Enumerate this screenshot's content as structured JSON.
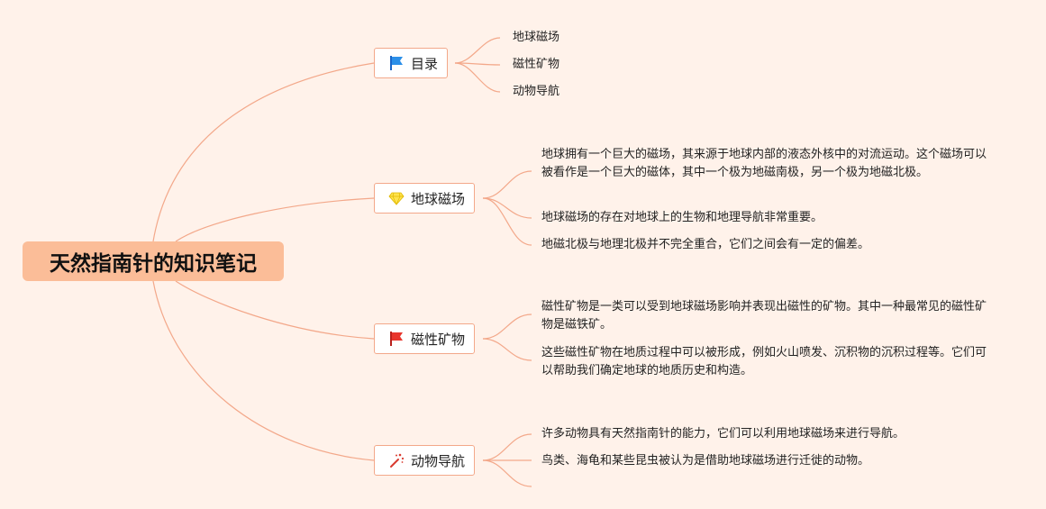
{
  "root": {
    "title": "天然指南针的知识笔记"
  },
  "branches": [
    {
      "label": "目录",
      "icon": "blue-flag-icon",
      "children": [
        "地球磁场",
        "磁性矿物",
        "动物导航"
      ]
    },
    {
      "label": "地球磁场",
      "icon": "diamond-icon",
      "children": [
        "地球拥有一个巨大的磁场，其来源于地球内部的液态外核中的对流运动。这个磁场可以被看作是一个巨大的磁体，其中一个极为地磁南极，另一个极为地磁北极。",
        "地球磁场的存在对地球上的生物和地理导航非常重要。",
        "地磁北极与地理北极并不完全重合，它们之间会有一定的偏差。"
      ]
    },
    {
      "label": "磁性矿物",
      "icon": "red-flag-icon",
      "children": [
        "磁性矿物是一类可以受到地球磁场影响并表现出磁性的矿物。其中一种最常见的磁性矿物是磁铁矿。",
        "这些磁性矿物在地质过程中可以被形成，例如火山喷发、沉积物的沉积过程等。它们可以帮助我们确定地球的地质历史和构造。"
      ]
    },
    {
      "label": "动物导航",
      "icon": "magic-wand-icon",
      "children": [
        "许多动物具有天然指南针的能力，它们可以利用地球磁场来进行导航。",
        "鸟类、海龟和某些昆虫被认为是借助地球磁场进行迁徙的动物。"
      ]
    }
  ],
  "colors": {
    "background": "#fff2ea",
    "root_fill": "#fbbd98",
    "line": "#f3a88a"
  }
}
